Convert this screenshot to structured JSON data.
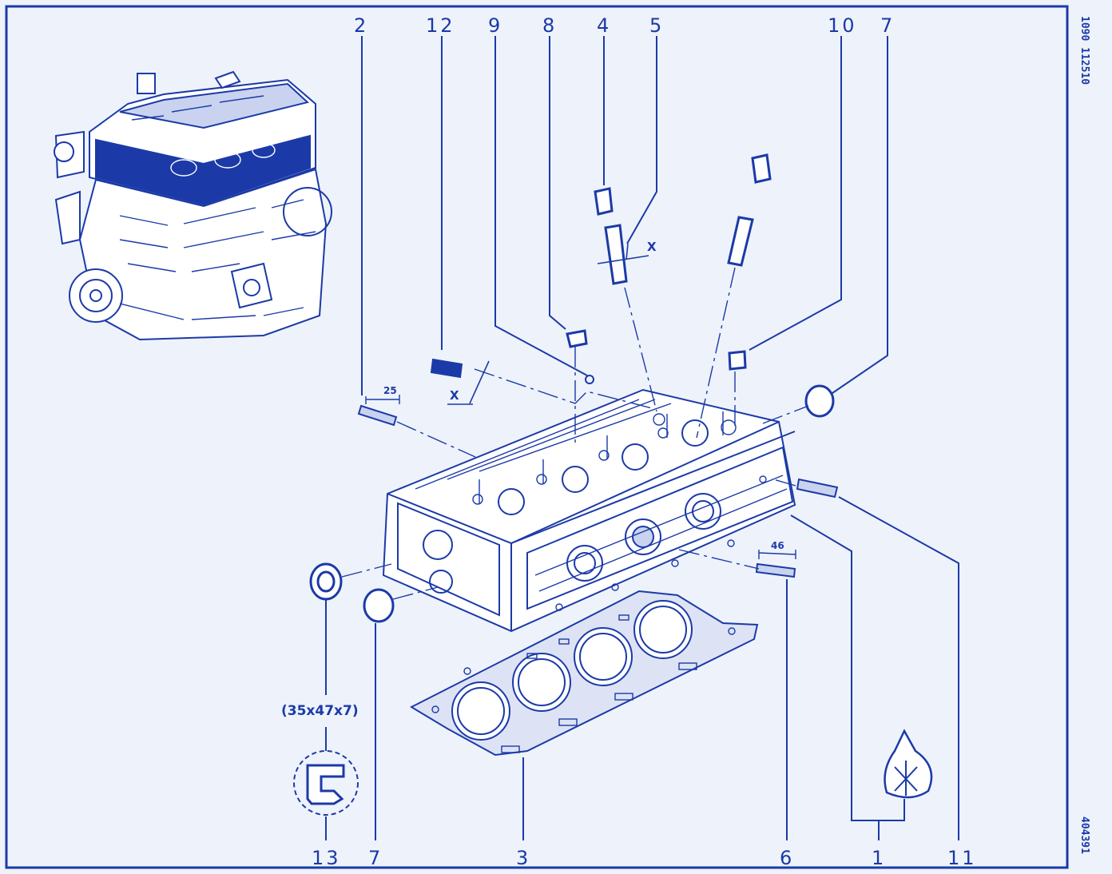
{
  "colors": {
    "ink": "#1b3aa8",
    "paper": "#eef2fa",
    "hatch": "#1b3aa8"
  },
  "callouts_top": [
    "2",
    "12",
    "9",
    "8",
    "4",
    "5",
    "10",
    "7"
  ],
  "callouts_bottom": [
    "13",
    "7",
    "3",
    "6",
    "1",
    "11"
  ],
  "dimensions": {
    "stud_short_length": "25",
    "stud_long_length": "46",
    "seal_size": "(35x47x7)",
    "section_mark_valve_guide": "X",
    "section_mark_tappet": "X"
  },
  "side_codes": {
    "top": "1090  112510",
    "bottom": "404391"
  },
  "icons": [
    "engine-overview-icon",
    "kit-bag-icon",
    "seal-section-icon"
  ]
}
